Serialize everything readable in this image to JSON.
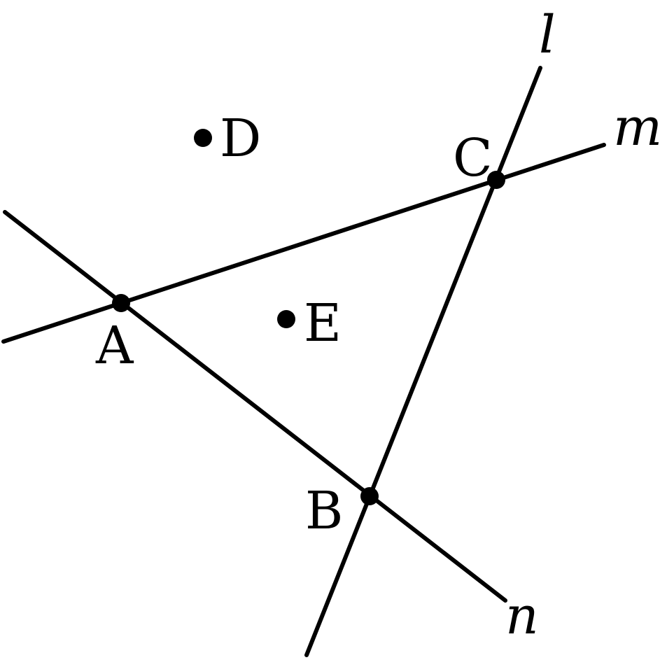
{
  "diagram": {
    "points": [
      {
        "id": "A",
        "label": "A"
      },
      {
        "id": "B",
        "label": "B"
      },
      {
        "id": "C",
        "label": "C"
      },
      {
        "id": "D",
        "label": "D"
      },
      {
        "id": "E",
        "label": "E"
      }
    ],
    "lines": [
      {
        "id": "l",
        "label": "l"
      },
      {
        "id": "m",
        "label": "m"
      },
      {
        "id": "n",
        "label": "n"
      }
    ],
    "colors": {
      "ink": "#000000",
      "background": "#ffffff"
    }
  }
}
